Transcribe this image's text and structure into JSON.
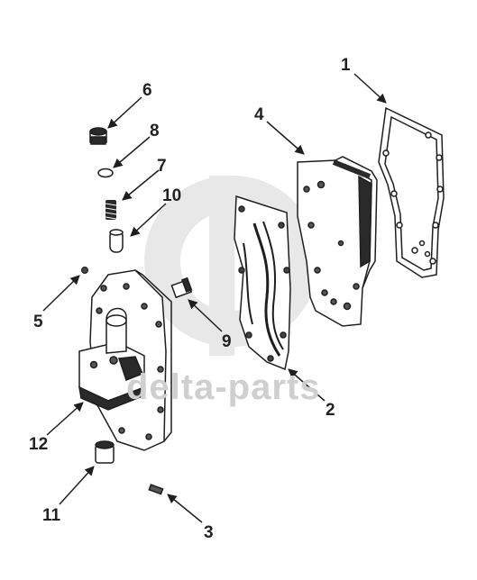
{
  "watermark": {
    "text": "delta-parts"
  },
  "callouts": [
    {
      "id": "1",
      "label": "1",
      "part": "gasket-back"
    },
    {
      "id": "2",
      "label": "2",
      "part": "gasket-front"
    },
    {
      "id": "3",
      "label": "3",
      "part": "screw"
    },
    {
      "id": "4",
      "label": "4",
      "part": "oil-cooler-core"
    },
    {
      "id": "5",
      "label": "5",
      "part": "plug-small"
    },
    {
      "id": "6",
      "label": "6",
      "part": "plug-large"
    },
    {
      "id": "7",
      "label": "7",
      "part": "spring"
    },
    {
      "id": "8",
      "label": "8",
      "part": "o-ring"
    },
    {
      "id": "9",
      "label": "9",
      "part": "plug"
    },
    {
      "id": "10",
      "label": "10",
      "part": "valve"
    },
    {
      "id": "11",
      "label": "11",
      "part": "plug"
    },
    {
      "id": "12",
      "label": "12",
      "part": "oil-cooler-housing"
    }
  ],
  "colors": {
    "line": "#1e1e1e",
    "fill": "#ffffff",
    "shade": "#2a2a2a",
    "watermark": "#d2d2d2"
  }
}
